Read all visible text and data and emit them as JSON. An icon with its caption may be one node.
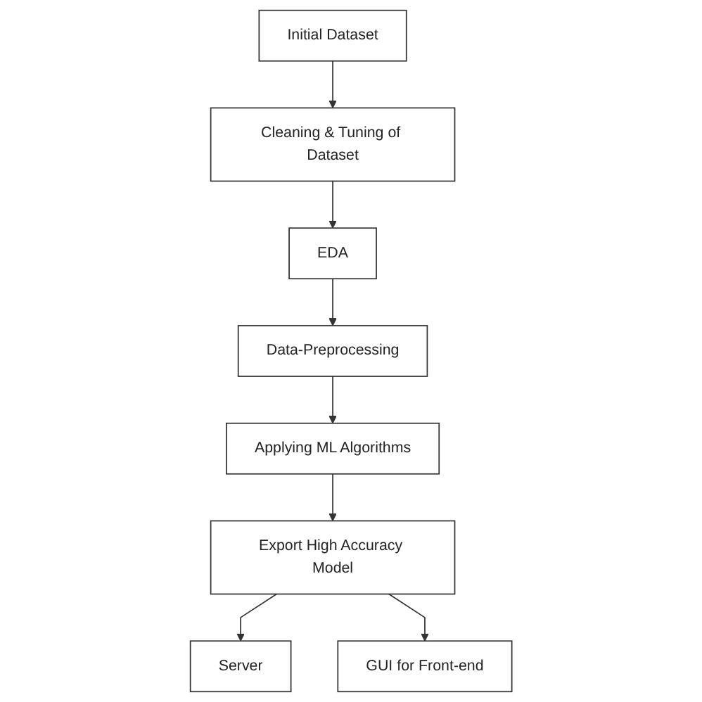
{
  "diagram": {
    "nodes": [
      {
        "text": [
          "Initial Dataset"
        ]
      },
      {
        "text": [
          "Cleaning & Tuning of Dataset"
        ]
      },
      {
        "text": [
          "EDA"
        ]
      },
      {
        "text": [
          "Data-Preprocessing"
        ]
      },
      {
        "text": [
          "Applying ML Algorithms"
        ]
      },
      {
        "text": [
          "Export High Accuracy Model"
        ]
      },
      {
        "text": [
          "Server"
        ]
      },
      {
        "text": [
          "GUI for Front-end"
        ]
      }
    ],
    "edges": [
      {
        "from": 0,
        "to": 1,
        "arrow": "to"
      },
      {
        "from": 1,
        "to": 2,
        "arrow": "to"
      },
      {
        "from": 2,
        "to": 3,
        "arrow": "to"
      },
      {
        "from": 3,
        "to": 4,
        "arrow": "to"
      },
      {
        "from": 4,
        "to": 5,
        "arrow": "to"
      },
      {
        "from": 5,
        "to": 6,
        "arrow": "to"
      },
      {
        "from": 5,
        "to": 7,
        "arrow": "to"
      }
    ]
  }
}
